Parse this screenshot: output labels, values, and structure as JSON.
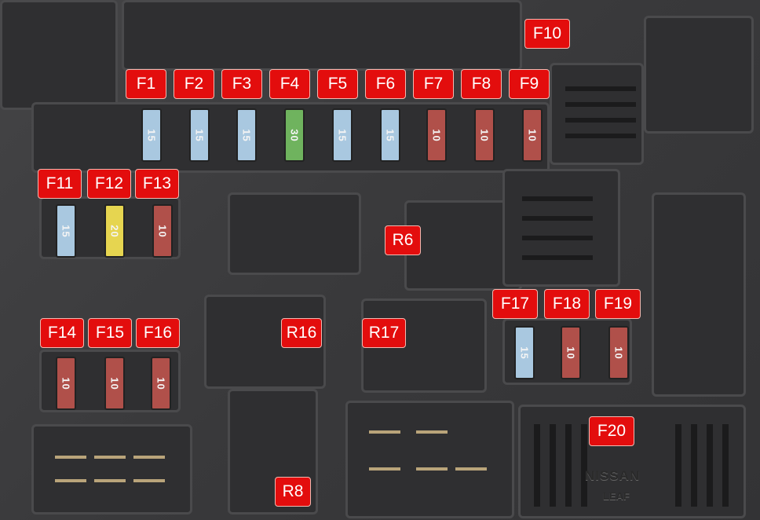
{
  "colors": {
    "label_bg": "#e30d0d",
    "fuse_15A": "#a9c8e0",
    "fuse_30A": "#6fb35e",
    "fuse_10A": "#b0504a",
    "fuse_20A": "#e6d550"
  },
  "labels": {
    "F1": "F1",
    "F2": "F2",
    "F3": "F3",
    "F4": "F4",
    "F5": "F5",
    "F6": "F6",
    "F7": "F7",
    "F8": "F8",
    "F9": "F9",
    "F10": "F10",
    "F11": "F11",
    "F12": "F12",
    "F13": "F13",
    "F14": "F14",
    "F15": "F15",
    "F16": "F16",
    "F17": "F17",
    "F18": "F18",
    "F19": "F19",
    "F20": "F20",
    "R6": "R6",
    "R8": "R8",
    "R16": "R16",
    "R17": "R17"
  },
  "fuses": {
    "F1": "15",
    "F2": "15",
    "F3": "15",
    "F4": "30",
    "F5": "15",
    "F6": "15",
    "F7": "10",
    "F8": "10",
    "F9": "10",
    "F11": "15",
    "F12": "20",
    "F13": "10",
    "F14": "10",
    "F15": "10",
    "F16": "10",
    "F17": "15",
    "F18": "10",
    "F19": "10"
  },
  "embossed": {
    "brand": "NISSAN",
    "model": "LEAF"
  }
}
